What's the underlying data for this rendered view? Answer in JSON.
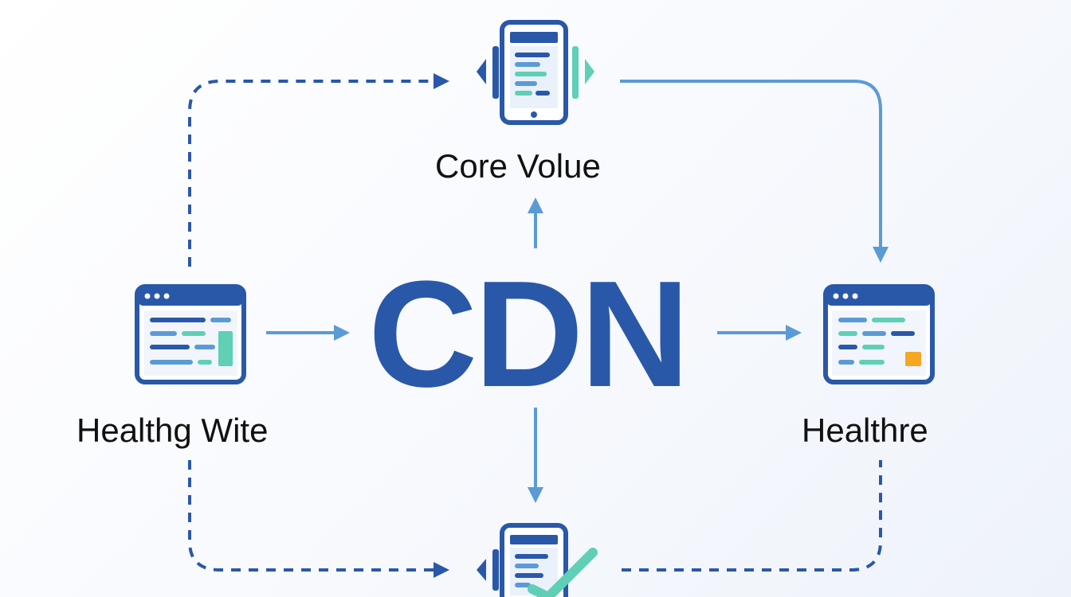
{
  "center": {
    "title": "CDN"
  },
  "nodes": {
    "top": {
      "label": "Core Volue",
      "icon": "mobile-phone-icon"
    },
    "left": {
      "label": "Healthg Wite",
      "icon": "browser-window-icon"
    },
    "right": {
      "label": "Healthre",
      "icon": "browser-window-icon"
    },
    "bottom": {
      "icon": "mobile-phone-check-icon"
    }
  },
  "colors": {
    "primary": "#2a58a8",
    "arrow": "#5b9bd5",
    "accent_teal": "#5fcfb6",
    "accent_orange": "#f5a623",
    "window_light": "#eaf1fb"
  }
}
